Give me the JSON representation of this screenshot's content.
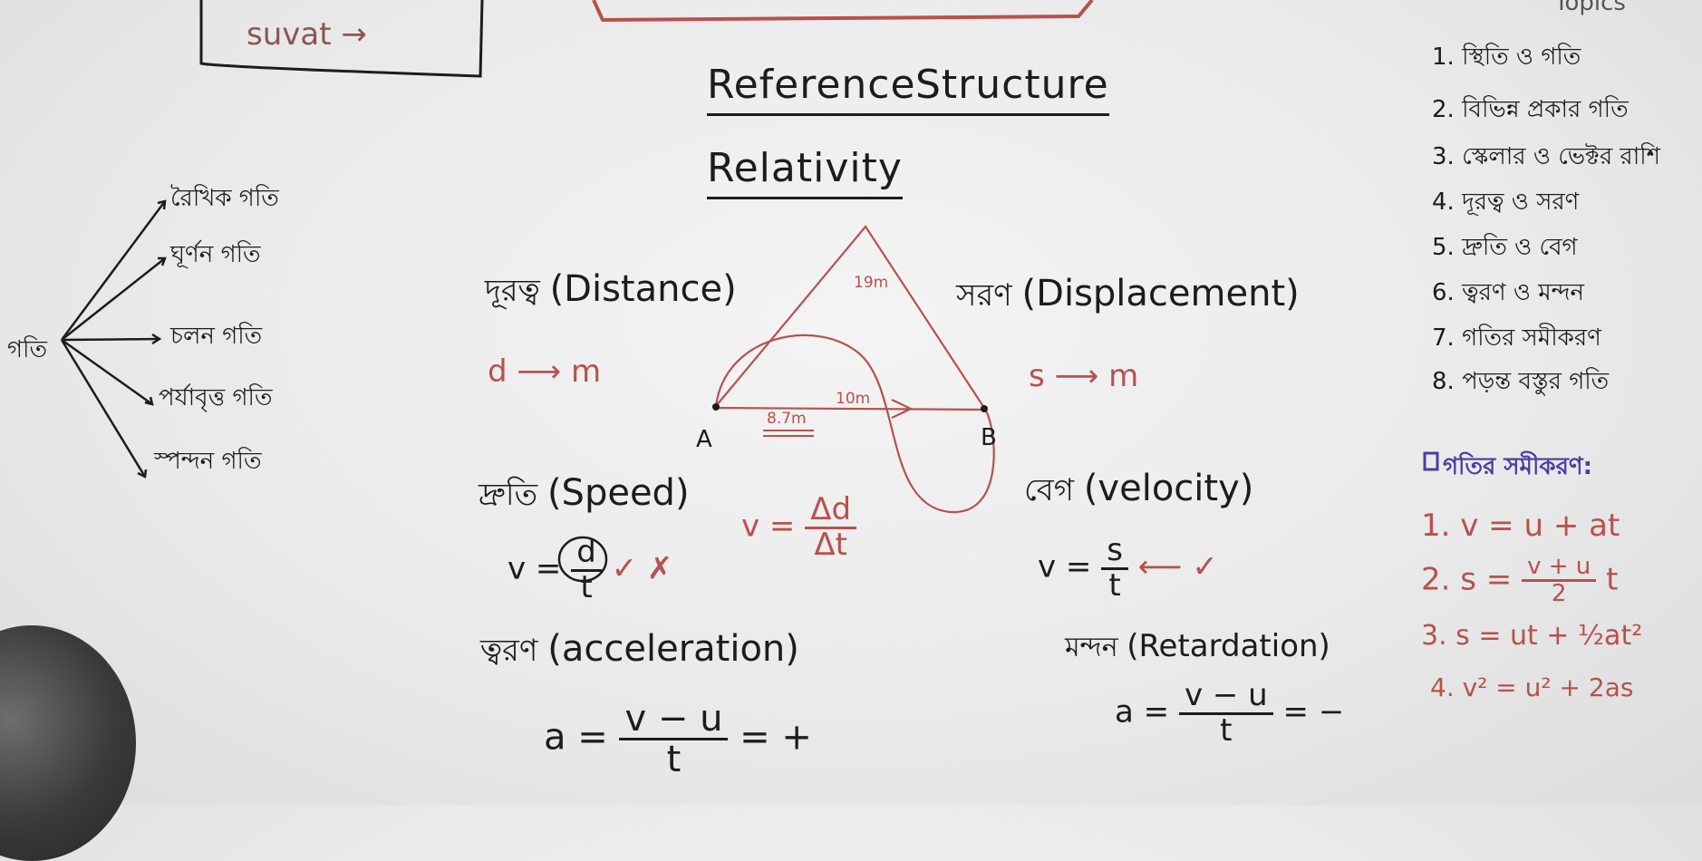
{
  "top_box": {
    "label": "suvat →"
  },
  "title": {
    "line1_a": "Reference",
    "line1_b": "Structure",
    "line2": "Relativity"
  },
  "motion_tree": {
    "root": "গতি",
    "branches": [
      "রৈখিক গতি",
      "ঘূর্ণন গতি",
      "চলন গতি",
      "পর্যাবৃত্ত গতি",
      "স্পন্দন গতি"
    ]
  },
  "distance": {
    "bn": "দূরত্ব",
    "en": "(Distance)",
    "unit": "d ⟶ m"
  },
  "displacement": {
    "bn": "সরণ",
    "en": "(Displacement)",
    "unit": "s ⟶ m"
  },
  "diagram": {
    "label_a": "A",
    "label_b": "B",
    "side": "19m",
    "straight": "10m",
    "arc": "8.7m"
  },
  "speed": {
    "bn": "দ্রুতি",
    "en": "(Speed)",
    "formula_lhs": "v =",
    "formula_num": "d",
    "formula_den": "t",
    "mark": "✓ ✗",
    "delta_lhs": "v =",
    "delta_num": "Δd",
    "delta_den": "Δt"
  },
  "velocity": {
    "bn": "বেগ",
    "en": "(velocity)",
    "formula_lhs": "v =",
    "formula_num": "s",
    "formula_den": "t",
    "mark": "⟵ ✓"
  },
  "acceleration": {
    "bn": "ত্বরণ",
    "en": "(acceleration)",
    "lhs": "a =",
    "num": "v − u",
    "den": "t",
    "rhs": "= +"
  },
  "retardation": {
    "bn": "মন্দন",
    "en": "(Retardation)",
    "lhs": "a =",
    "num": "v − u",
    "den": "t",
    "rhs": "= −"
  },
  "topics": {
    "header": "Topics",
    "items": [
      "1. স্থিতি ও গতি",
      "2. বিভিন্ন প্রকার গতি",
      "3. স্কেলার ও ভেক্টর রাশি",
      "4. দূরত্ব ও সরণ",
      "5. দ্রুতি ও বেগ",
      "6. ত্বরণ ও মন্দন",
      "7. গতির সমীকরণ",
      "8. পড়ন্ত বস্তুর গতি"
    ]
  },
  "equations": {
    "header": "গতির সমীকরণ:",
    "e1": "1. v = u + at",
    "e2_pre": "2. s =",
    "e2_num": "v + u",
    "e2_den": "2",
    "e2_post": "t",
    "e3": "3. s = ut + ½at²",
    "e4": "4. v² = u² + 2as"
  },
  "colors": {
    "ink": "#1c1c1c",
    "red_ink": "#b8504f",
    "purple_ink": "#4a3fa0",
    "board": "#ececec"
  }
}
